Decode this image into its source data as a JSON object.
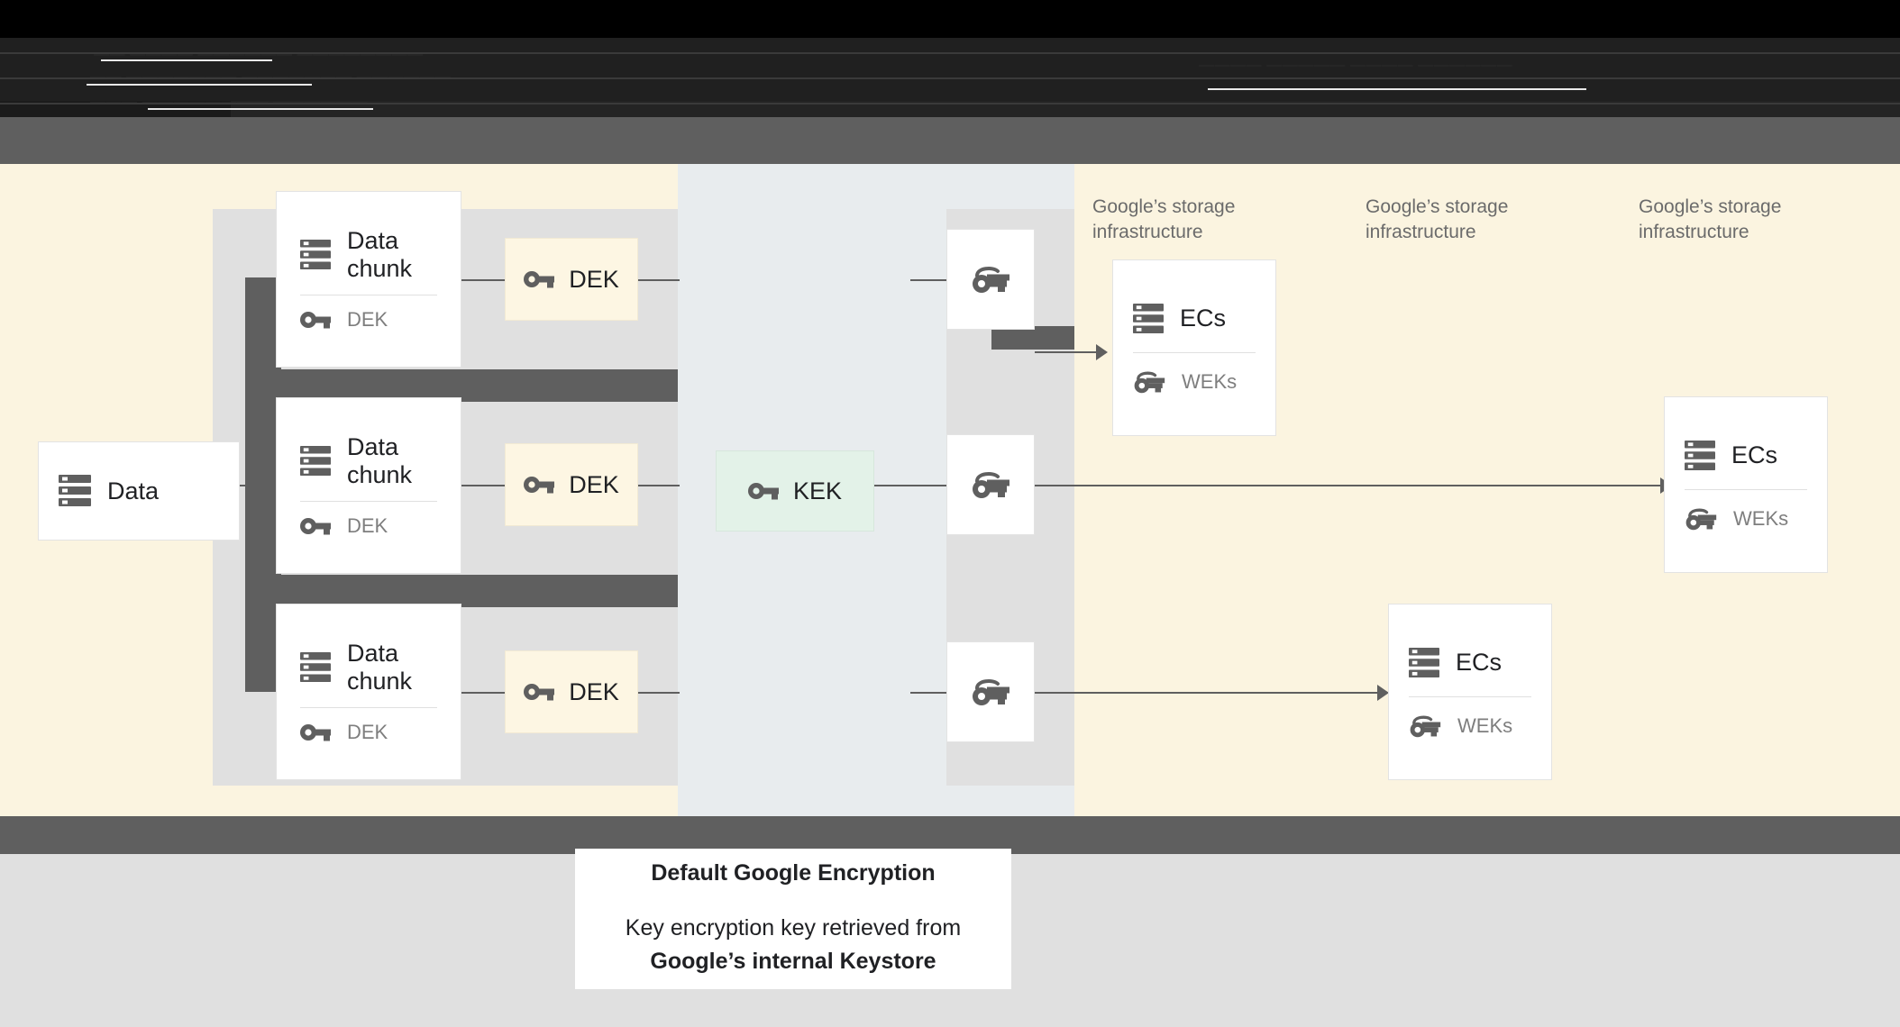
{
  "header": {
    "obscured": true,
    "lines": [
      "——  ————  ——————   ————————",
      "——  ———————  ———————  ——————",
      "———  ————————   ——————"
    ],
    "right_lines": [
      "————  —————  ————  ——————",
      "———  ——————  —————  ———"
    ]
  },
  "diagram": {
    "source": {
      "title": "Data",
      "icon": "server-icon"
    },
    "chunks": [
      {
        "title": "Data\nchunk",
        "key_label": "DEK",
        "icon": "server-icon",
        "key_icon": "key-icon"
      },
      {
        "title": "Data\nchunk",
        "key_label": "DEK",
        "icon": "server-icon",
        "key_icon": "key-icon"
      },
      {
        "title": "Data\nchunk",
        "key_label": "DEK",
        "icon": "server-icon",
        "key_icon": "key-icon"
      }
    ],
    "deks": [
      {
        "label": "DEK",
        "icon": "key-icon"
      },
      {
        "label": "DEK",
        "icon": "key-icon"
      },
      {
        "label": "DEK",
        "icon": "key-icon"
      }
    ],
    "kek": {
      "label": "KEK",
      "icon": "key-icon"
    },
    "wrapped_keys": [
      {
        "icon": "wrapped-key-icon"
      },
      {
        "icon": "wrapped-key-icon"
      },
      {
        "icon": "wrapped-key-icon"
      }
    ],
    "storage_labels": [
      "Google’s storage\ninfrastructure",
      "Google’s storage\ninfrastructure",
      "Google’s storage\ninfrastructure"
    ],
    "ec_cards": [
      {
        "title": "ECs",
        "key_label": "WEKs",
        "icon": "server-icon",
        "key_icon": "wrapped-key-icon"
      },
      {
        "title": "ECs",
        "key_label": "WEKs",
        "icon": "server-icon",
        "key_icon": "wrapped-key-icon"
      },
      {
        "title": "ECs",
        "key_label": "WEKs",
        "icon": "server-icon",
        "key_icon": "wrapped-key-icon"
      }
    ]
  },
  "caption": {
    "title": "Default Google Encryption",
    "body_line1": "Key encryption key retrieved from",
    "body_line2": "Google’s internal Keystore"
  },
  "colors": {
    "cream_panel": "#FBF4E0",
    "gray_panel": "#E0E0E0",
    "blue_panel": "#E8ECEE",
    "dark_bar": "#5F5F5F",
    "dek_box": "#FDF6E3",
    "kek_box": "#E3F2E8",
    "card_bg": "#FFFFFF",
    "icon_gray": "#5F5F5F",
    "text_dark": "#202124",
    "text_muted": "#7E7E7E",
    "header_bg": "#202020"
  }
}
